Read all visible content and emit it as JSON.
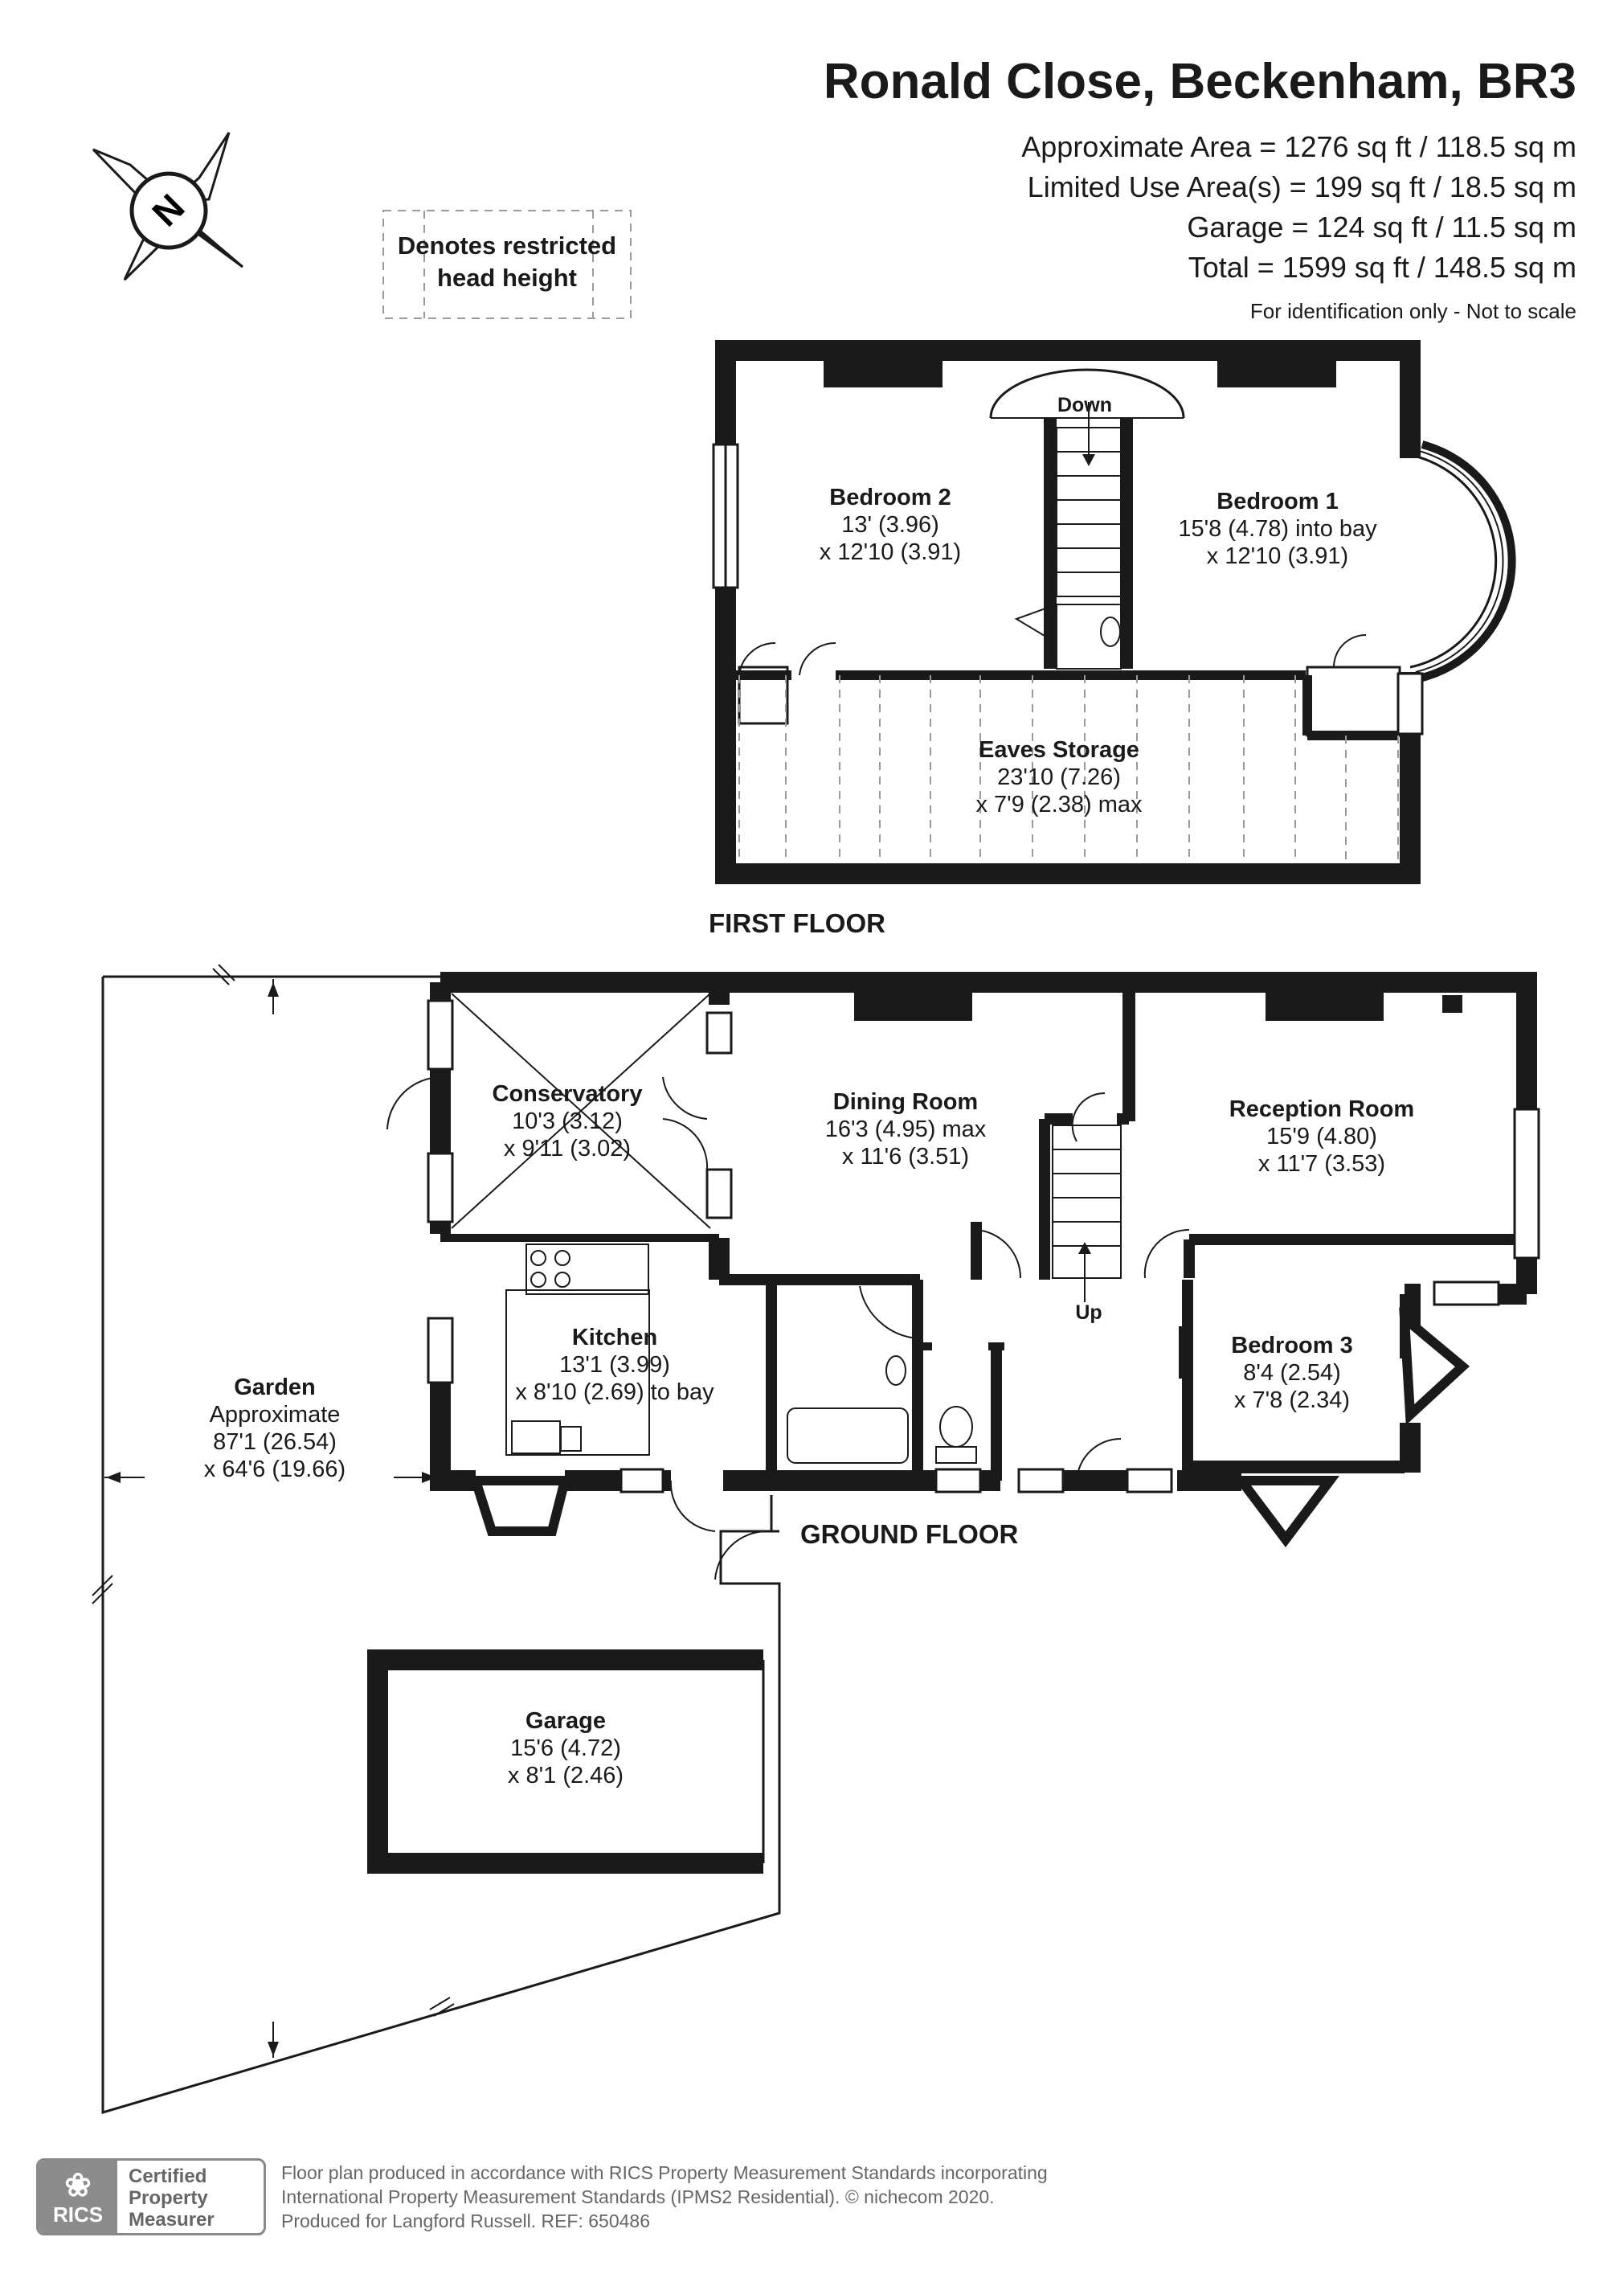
{
  "header": {
    "title": "Ronald Close, Beckenham, BR3",
    "areas": [
      "Approximate Area = 1276 sq ft / 118.5 sq m",
      "Limited Use Area(s) = 199 sq ft / 18.5 sq m",
      "Garage = 124 sq ft / 11.5 sq m",
      "Total = 1599 sq ft / 148.5 sq m"
    ],
    "note": "For identification only - Not to scale"
  },
  "compass": {
    "letter": "N",
    "icon": "compass-icon"
  },
  "legend": {
    "line1": "Denotes restricted",
    "line2": "head height"
  },
  "floors": {
    "first": "FIRST FLOOR",
    "ground": "GROUND FLOOR"
  },
  "rooms": {
    "bedroom2": {
      "name": "Bedroom 2",
      "dim1": "13' (3.96)",
      "dim2": "x 12'10 (3.91)"
    },
    "bedroom1": {
      "name": "Bedroom 1",
      "dim1": "15'8 (4.78) into bay",
      "dim2": "x 12'10 (3.91)"
    },
    "eaves": {
      "name": "Eaves Storage",
      "dim1": "23'10 (7.26)",
      "dim2": "x 7'9 (2.38) max"
    },
    "conservatory": {
      "name": "Conservatory",
      "dim1": "10'3 (3.12)",
      "dim2": "x 9'11 (3.02)"
    },
    "dining": {
      "name": "Dining Room",
      "dim1": "16'3 (4.95) max",
      "dim2": "x 11'6 (3.51)"
    },
    "reception": {
      "name": "Reception Room",
      "dim1": "15'9 (4.80)",
      "dim2": "x 11'7 (3.53)"
    },
    "kitchen": {
      "name": "Kitchen",
      "dim1": "13'1 (3.99)",
      "dim2": "x 8'10 (2.69) to bay"
    },
    "bedroom3": {
      "name": "Bedroom 3",
      "dim1": "8'4 (2.54)",
      "dim2": "x 7'8 (2.34)"
    },
    "garden": {
      "name": "Garden",
      "dim0": "Approximate",
      "dim1": "87'1 (26.54)",
      "dim2": "x 64'6 (19.66)"
    },
    "garage": {
      "name": "Garage",
      "dim1": "15'6 (4.72)",
      "dim2": "x 8'1 (2.46)"
    }
  },
  "stairs": {
    "down": "Down",
    "up": "Up"
  },
  "certification": {
    "org": "RICS",
    "line1": "Certified",
    "line2": "Property",
    "line3": "Measurer"
  },
  "footer": {
    "line1": "Floor plan produced in accordance with RICS Property Measurement Standards incorporating",
    "line2": "International Property Measurement Standards (IPMS2 Residential).   © nichecom 2020.",
    "line3": "Produced for Langford Russell.   REF: 650486"
  },
  "colors": {
    "wall": "#1a1a1a",
    "text": "#1a1a1a",
    "muted": "#666666"
  }
}
